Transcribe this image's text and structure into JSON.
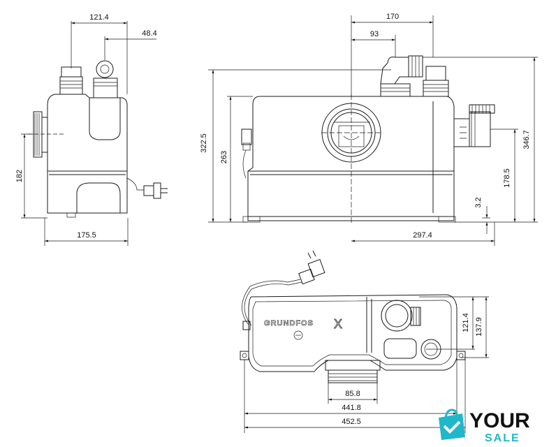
{
  "dimensions": {
    "side_top_width": "121.4",
    "side_top_offset": "48.4",
    "side_height": "182",
    "side_base_width": "175.5",
    "front_top_width": "170",
    "front_top_offset": "93",
    "front_total_height": "322.5",
    "front_body_height": "263",
    "right_total_height": "346.7",
    "right_outlet_height": "178.5",
    "right_small": "3.2",
    "front_base_width": "297.4",
    "top_depth_a": "121.4",
    "top_depth_b": "137.9",
    "top_outlet_width": "85.8",
    "top_width_a": "441.8",
    "top_width_b": "452.5"
  },
  "brand": {
    "product_mark": "GRUNDFOS",
    "product_symbol": "X"
  },
  "watermark": {
    "line1": "YOUR",
    "line2": "SALE",
    "accent_color": "#1fb8c9",
    "icon": "shopping-bag-icon"
  }
}
